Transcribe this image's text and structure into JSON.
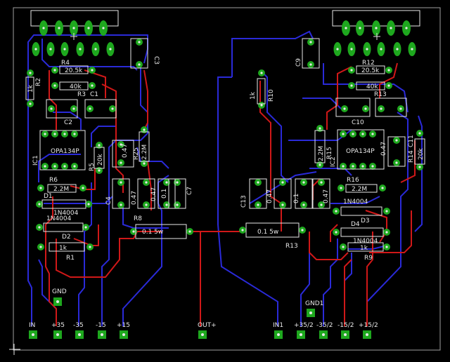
{
  "board": {
    "colors": {
      "background": "#000000",
      "outline": "#a0a0a0",
      "top_trace": "#d01818",
      "bottom_trace": "#2a2ad8",
      "pad": "#1ea81e",
      "pad_hole": "#e8e8e8",
      "silkscreen": "#e8e8e8"
    },
    "labels": {
      "r4": "R4",
      "r4_val": "20.5k",
      "r2": "R2",
      "r2_val": "1k",
      "r3": "R3",
      "r3_val": "40k",
      "c1": "C1",
      "c2": "C2",
      "c3": "C3",
      "ic1": "IC1",
      "ic1_val": "OPA134P",
      "r5": "R5",
      "r5_val": "20k",
      "c7_val": "0.47",
      "r25": "R25",
      "r25_val": "2.2M",
      "r6": "R6",
      "r6_val": "2.2M",
      "d1": "D1",
      "d1_val": "1N4004",
      "d2": "D2",
      "d2_val": "1N4004",
      "r1": "R1",
      "r1_val": "1k",
      "c4": "C4",
      "c4_val": "0.47",
      "c8_val": "0.47",
      "c9_val": "0.1",
      "c7": "C7",
      "r8": "R8",
      "r8_val": "0.1 5w",
      "gnd": "GND",
      "c9": "C9",
      "r12": "R12",
      "r12_val": "20.5k",
      "r10": "R10",
      "r10_val": "1k",
      "r11_val": "40k",
      "r13_label": "R13",
      "c10": "C10",
      "ic2": "IC2",
      "ic2_val": "OPA134P",
      "r15": "R15",
      "r15_val": "2.2M",
      "c14_val": "0.47",
      "r14": "R14",
      "c11": "C11",
      "r14_val": "20k",
      "r16": "R16",
      "r16_val": "2.2M",
      "d3_val": "1N4004",
      "d4": "D4",
      "d3": "D3",
      "d5_val": "1N4004",
      "r9": "R9",
      "r9_val": "1k",
      "c13": "C13",
      "c12_val": "0.47",
      "c15_val": "0.1",
      "c16_val": "0.47",
      "r13": "R13",
      "r13_val": "0.1 5w",
      "gnd1": "GND1"
    },
    "terminals_left": [
      "IN",
      "+35",
      "-35",
      "-15",
      "+15"
    ],
    "terminal_center": "OUT+",
    "terminals_right": [
      "IN1",
      "+35/2",
      "-35/2",
      "-15/2",
      "+15/2"
    ]
  }
}
